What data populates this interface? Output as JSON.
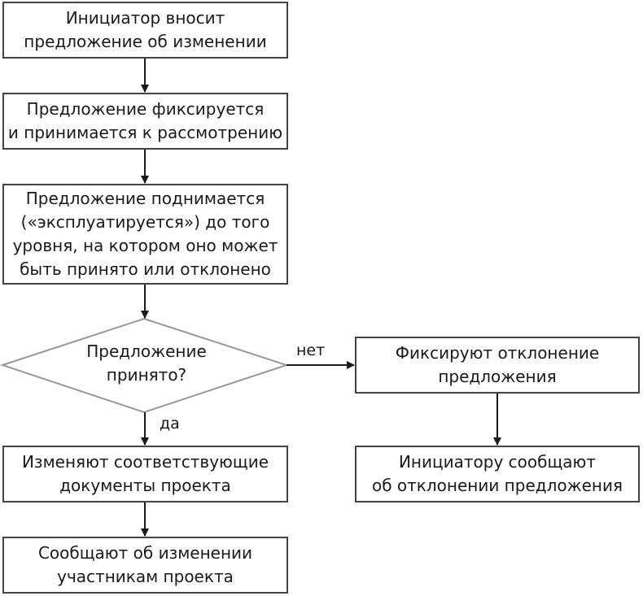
{
  "flowchart": {
    "step1": [
      "Инициатор вносит",
      "предложение об изменении"
    ],
    "step2": [
      "Предложение фиксируется",
      "и принимается к рассмотрению"
    ],
    "step3": [
      "Предложение поднимается",
      "(«эксплуатируется») до того",
      "уровня, на котором оно может",
      "быть принято или отклонено"
    ],
    "decision": [
      "Предложение",
      "принято?"
    ],
    "yes_label": "да",
    "no_label": "нет",
    "yes_step1": [
      "Изменяют соответствующие",
      "документы проекта"
    ],
    "yes_step2": [
      "Сообщают об изменении",
      "участникам проекта"
    ],
    "no_step1": [
      "Фиксируют отклонение",
      "предложения"
    ],
    "no_step2": [
      "Инициатору сообщают",
      "об отклонении предложения"
    ]
  },
  "colors": {
    "border": "#444444",
    "decision_border": "#999999",
    "arrow": "#1a1a1a"
  }
}
